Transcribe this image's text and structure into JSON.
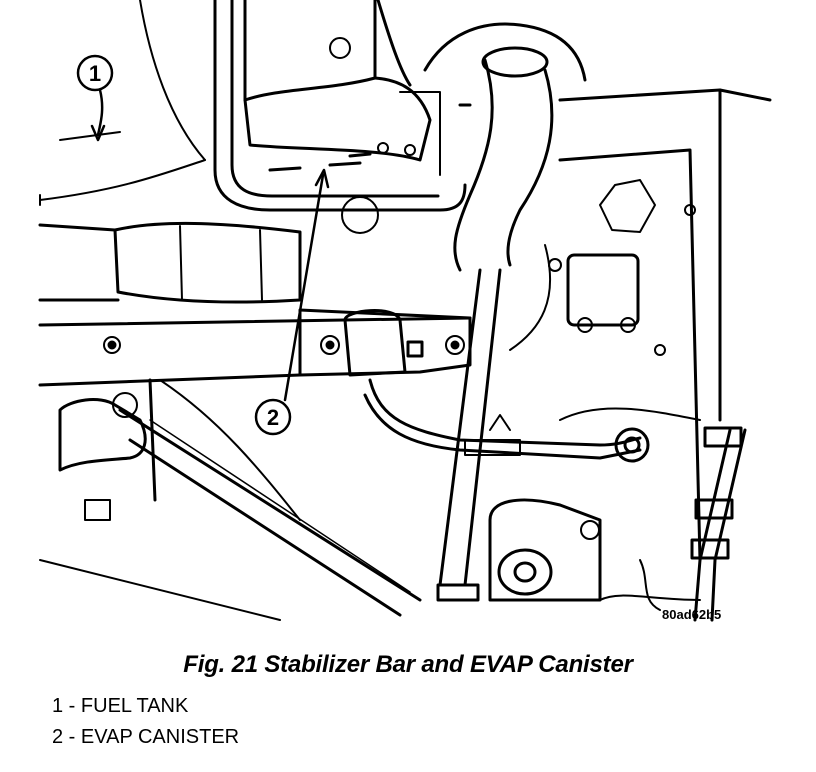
{
  "figure": {
    "caption": "Fig. 21 Stabilizer Bar and EVAP Canister",
    "code": "80ad62b5",
    "callouts": [
      "1",
      "2"
    ],
    "legend": [
      {
        "number": "1",
        "separator": " - ",
        "label": "FUEL TANK"
      },
      {
        "number": "2",
        "separator": " - ",
        "label": "EVAP CANISTER"
      }
    ]
  },
  "colors": {
    "ink": "#000000",
    "paper": "#ffffff"
  }
}
